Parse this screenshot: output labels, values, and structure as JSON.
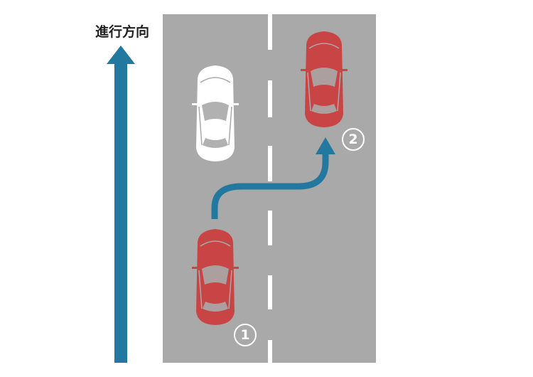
{
  "direction_label": "進行方向",
  "markers": {
    "first": "1",
    "second": "2"
  },
  "colors": {
    "road": "#a9a9a9",
    "arrow": "#23789f",
    "car_red": "#c94545",
    "car_white": "#ffffff",
    "lane_line": "#ffffff"
  }
}
